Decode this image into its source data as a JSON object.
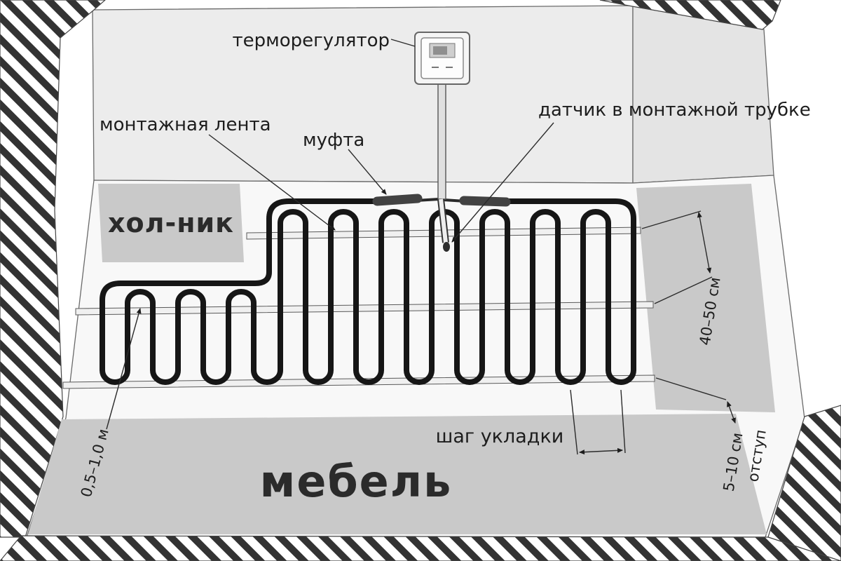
{
  "labels": {
    "thermostat": "терморегулятор",
    "mounting_tape": "монтажная лента",
    "coupling": "муфта",
    "sensor": "датчик в монтажной трубке",
    "laying_step": "шаг укладки"
  },
  "zones": {
    "fridge": "хол-ник",
    "furniture": "мебель"
  },
  "dimensions": {
    "tape_spacing": "40–50 см",
    "edge_offset": "5–10 см",
    "edge_offset_word": "отступ",
    "loop_note": "0,5–1,0 м"
  },
  "colors": {
    "cable": "#161616",
    "zone_gray": "#c9c9c9",
    "wall_gray": "#ececec",
    "hatch_dark": "#333333",
    "background": "#ffffff"
  }
}
